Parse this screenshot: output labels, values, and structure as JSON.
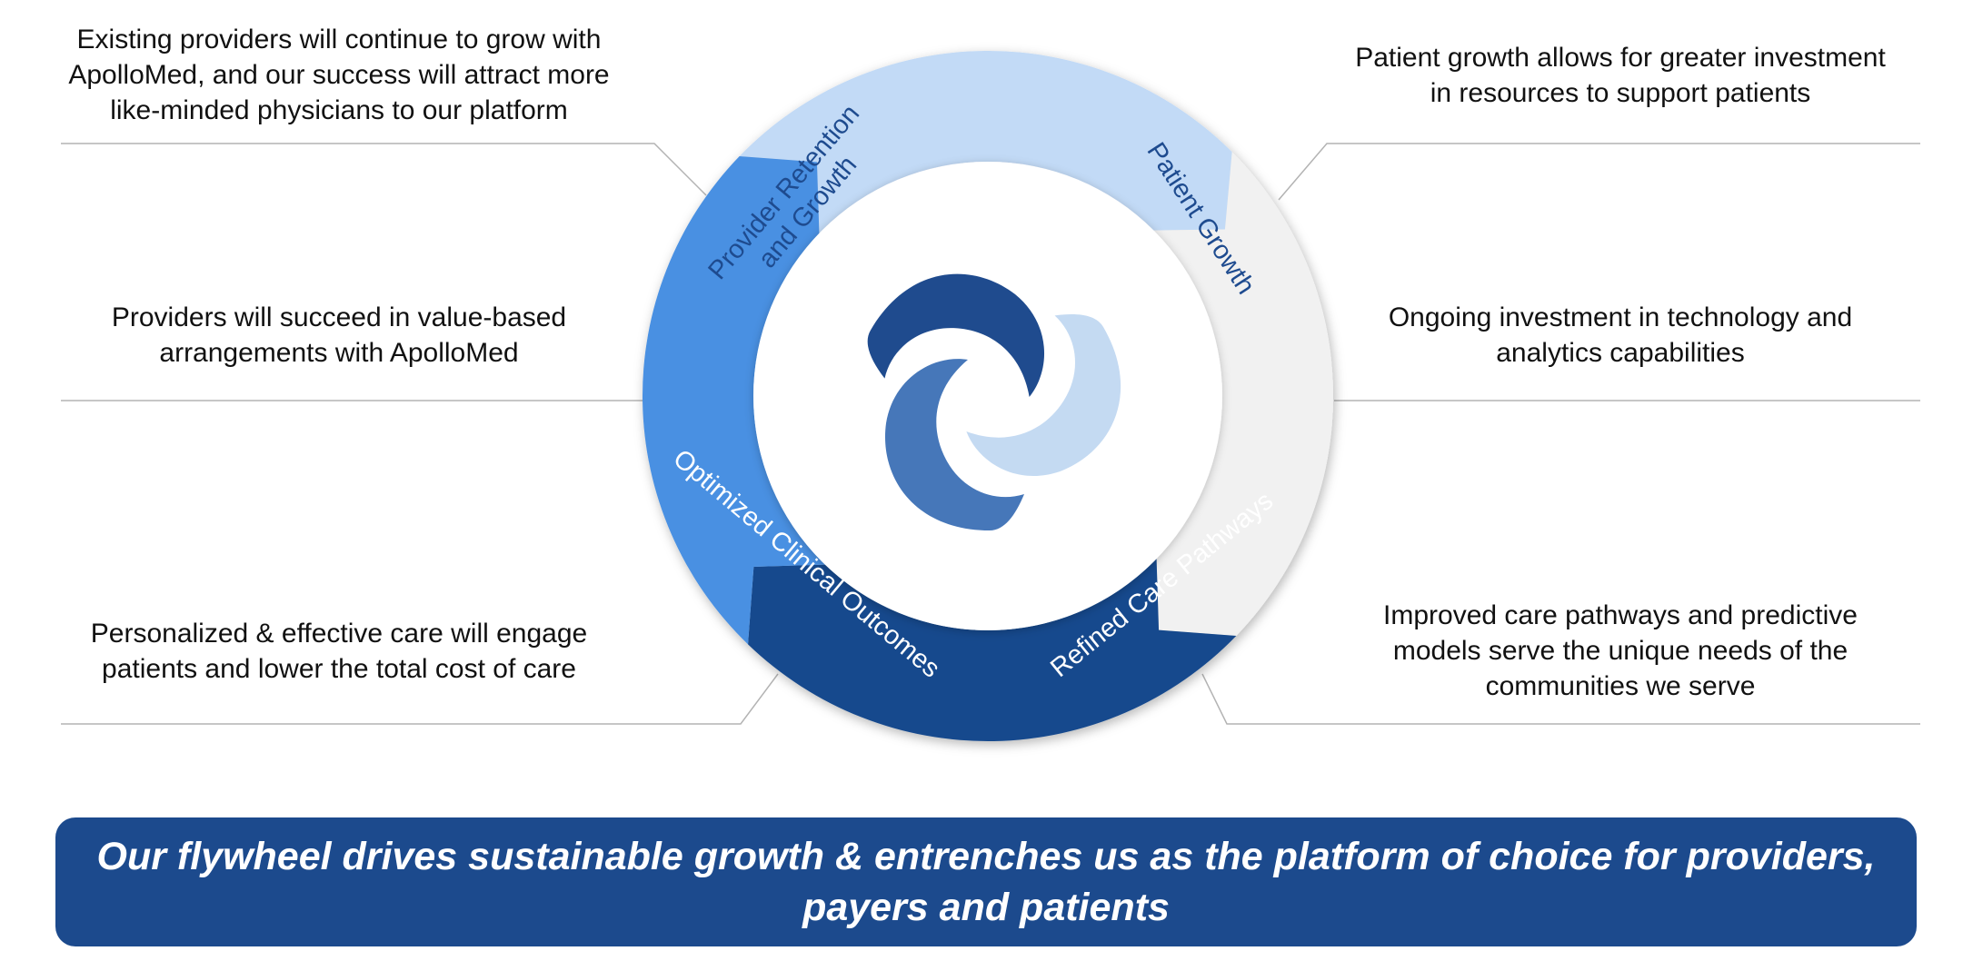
{
  "flywheel": {
    "segments": [
      {
        "label": "Provider Retention and Growth",
        "lines": [
          "Provider Retention",
          "and Growth"
        ],
        "color": "#c2daf6",
        "text_color": "#1e4b8f"
      },
      {
        "label": "Patient Growth",
        "lines": [
          "Patient Growth"
        ],
        "color": "#f1f1f1",
        "text_color": "#1e4b8f"
      },
      {
        "label": "Refined Care Pathways",
        "lines": [
          "Refined Care Pathways"
        ],
        "color": "#174a8d",
        "text_color": "#ffffff"
      },
      {
        "label": "Optimized Clinical Outcomes",
        "lines": [
          "Optimized Clinical Outcomes"
        ],
        "color": "#4a90e2",
        "text_color": "#ffffff"
      }
    ],
    "logo_colors": [
      "#1f4b8e",
      "#4677b9",
      "#c4daf2"
    ]
  },
  "callouts": {
    "left_top": [
      "Existing providers will continue to grow with",
      "ApolloMed, and our success will attract more",
      "like-minded physicians to our platform"
    ],
    "left_middle": [
      "Providers will succeed in value-based",
      "arrangements with ApolloMed"
    ],
    "left_bottom": [
      "Personalized & effective care will engage",
      "patients and lower the total cost of care"
    ],
    "right_top": [
      "Patient growth allows for greater investment",
      "in resources to support patients"
    ],
    "right_middle": [
      "Ongoing investment in technology and",
      "analytics capabilities"
    ],
    "right_bottom": [
      "Improved care pathways and predictive",
      "models serve the unique needs of the",
      "communities we serve"
    ]
  },
  "banner": {
    "line1": "Our flywheel drives sustainable growth & entrenches us as the platform of choice for providers,",
    "line2": "payers and patients"
  },
  "colors": {
    "banner_bg": "#1c4a8d",
    "connector": "#b3b3b3"
  }
}
